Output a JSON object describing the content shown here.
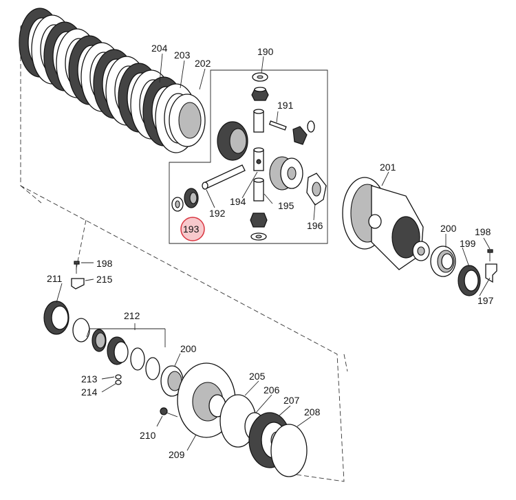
{
  "highlight_color": "#f7c9cc",
  "highlight_border": "#d9343f",
  "callouts": {
    "c190": "190",
    "c191": "191",
    "c192": "192",
    "c193": "193",
    "c194": "194",
    "c195": "195",
    "c196": "196",
    "c197": "197",
    "c198a": "198",
    "c198b": "198",
    "c199": "199",
    "c200a": "200",
    "c200b": "200",
    "c201": "201",
    "c202": "202",
    "c203": "203",
    "c204": "204",
    "c205": "205",
    "c206": "206",
    "c207": "207",
    "c208": "208",
    "c209": "209",
    "c210": "210",
    "c211": "211",
    "c212": "212",
    "c213": "213",
    "c214": "214",
    "c215": "215"
  },
  "highlighted_callout": "193"
}
